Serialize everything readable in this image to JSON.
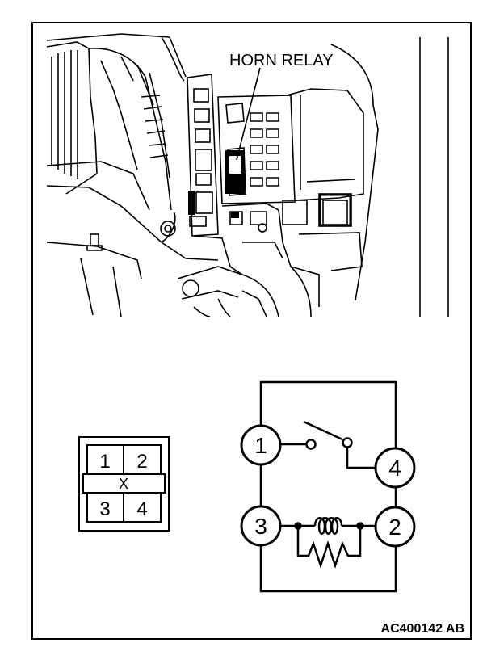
{
  "callout_label": "HORN RELAY",
  "connector_pins": [
    "1",
    "2",
    "3",
    "4"
  ],
  "connector_key": "X",
  "relay_terminals": [
    "1",
    "2",
    "3",
    "4"
  ],
  "figure_code": "AC400142 AB"
}
